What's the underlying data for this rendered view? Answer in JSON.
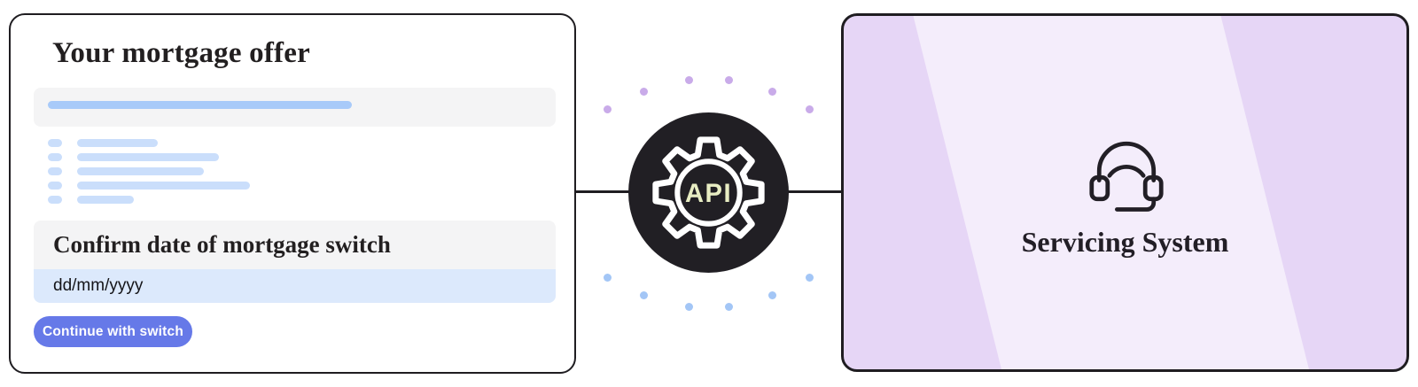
{
  "left_card": {
    "title": "Your mortgage offer",
    "confirm_heading": "Confirm date of mortgage switch",
    "date_input_placeholder": "dd/mm/yyyy",
    "continue_button_label": "Continue with switch"
  },
  "connector": {
    "api_badge_label": "API"
  },
  "right_card": {
    "title": "Servicing System",
    "icon": "headset-icon"
  },
  "colors": {
    "card_border": "#1f1d21",
    "button_accent": "#6679e8",
    "skeleton_bar": "#cadefb",
    "skeleton_bar_strong": "#a8caf9",
    "panel_gray": "#f4f4f5",
    "input_blue": "#dce9fc",
    "api_circle_bg": "#211f24",
    "api_text": "#e8edc3",
    "dot_purple": "#c9abe9",
    "dot_blue": "#a3c6f6",
    "right_card_bg": "#e6d6f6",
    "right_card_stripe": "#f4edfb"
  }
}
